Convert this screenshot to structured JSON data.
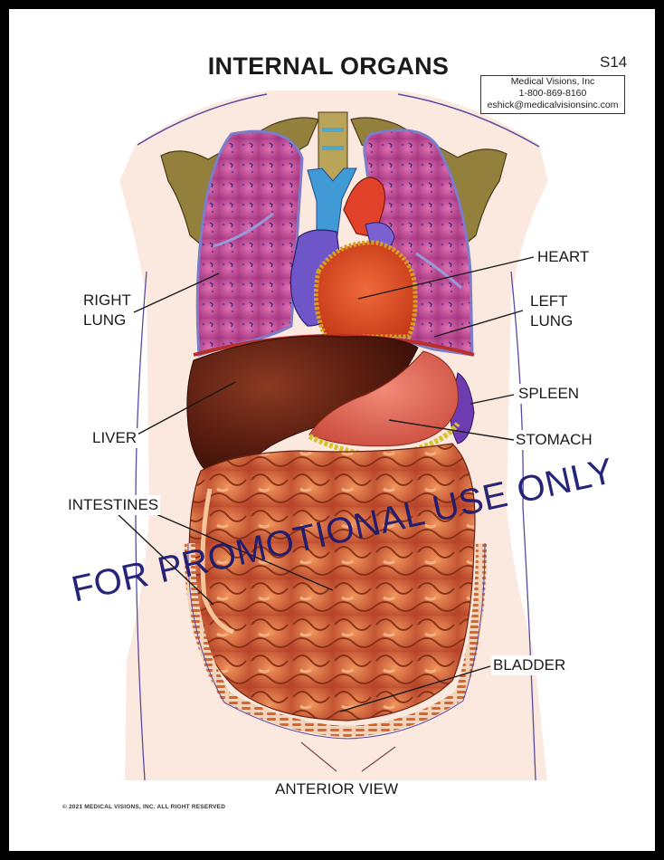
{
  "header": {
    "title": "INTERNAL ORGANS",
    "chart_code": "S14",
    "publisher": {
      "name": "Medical Visions, Inc",
      "phone": "1-800-869-8160",
      "email": "eshick@medicalvisionsinc.com"
    }
  },
  "labels": {
    "heart": "HEART",
    "right_lung_line1": "RIGHT",
    "right_lung_line2": "LUNG",
    "left_lung_line1": "LEFT",
    "left_lung_line2": "LUNG",
    "spleen": "SPLEEN",
    "stomach": "STOMACH",
    "liver": "LIVER",
    "intestines": "INTESTINES",
    "bladder": "BLADDER"
  },
  "footer": {
    "view": "ANTERIOR VIEW",
    "copyright": "© 2021 MEDICAL VISIONS, INC. ALL RIGHT RESERVED"
  },
  "watermark": "FOR PROMOTIONAL USE ONLY",
  "colors": {
    "skin": "#fbe8de",
    "outline": "#5a4aa0",
    "lung": "#c9549a",
    "heart": "#e2522a",
    "vein": "#6e55c8",
    "aorta": "#3f9ad6",
    "liver": "#5c1f12",
    "stomach": "#e46a5a",
    "intestine": "#d8663a",
    "bone": "#8f7a3a",
    "spleen": "#6c3cb0",
    "watermark": "#1c1a70"
  }
}
